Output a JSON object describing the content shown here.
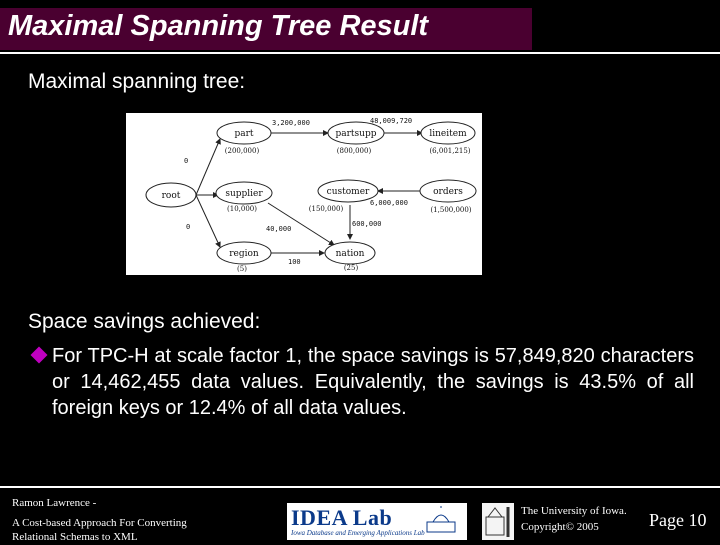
{
  "header": {
    "title": "Maximal Spanning Tree Result"
  },
  "intro": {
    "text": "Maximal spanning tree:"
  },
  "diagram": {
    "nodes": [
      {
        "id": "part",
        "label": "part",
        "count": "(200,000)"
      },
      {
        "id": "partsupp",
        "label": "partsupp",
        "count": "(800,000)"
      },
      {
        "id": "lineitem",
        "label": "lineitem",
        "count": "(6,001,215)"
      },
      {
        "id": "root",
        "label": "root",
        "count": ""
      },
      {
        "id": "supplier",
        "label": "supplier",
        "count": "(10,000)"
      },
      {
        "id": "customer",
        "label": "customer",
        "count": "(150,000)"
      },
      {
        "id": "orders",
        "label": "orders",
        "count": "(1,500,000)"
      },
      {
        "id": "region",
        "label": "region",
        "count": "(5)"
      },
      {
        "id": "nation",
        "label": "nation",
        "count": "(25)"
      }
    ],
    "edge_labels": {
      "part_partsupp": "3,200,000",
      "partsupp_lineitem": "48,009,720",
      "root_part": "0",
      "root_region": "0",
      "orders_customer": "6,000,000",
      "supplier_nation": "40,000",
      "customer_nation": "600,000",
      "region_nation": "100"
    }
  },
  "savings": {
    "label": "Space savings achieved:",
    "bullet": "For TPC-H at scale factor 1, the space savings is 57,849,820 characters or 14,462,455 data values.  Equivalently, the savings is 43.5% of all foreign keys or 12.4% of all data values."
  },
  "footer": {
    "author": "Ramon Lawrence -",
    "title_line1": "A Cost-based Approach For Converting",
    "title_line2": "Relational Schemas to XML",
    "logo_main": "IDEA Lab",
    "logo_sub": "Iowa Database and Emerging Applications Lab",
    "university": "The University of Iowa.",
    "copyright": "Copyright© 2005",
    "page": "Page 10"
  }
}
